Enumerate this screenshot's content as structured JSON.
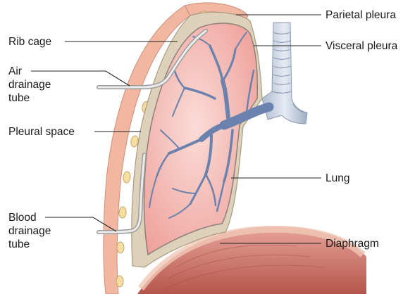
{
  "labels": {
    "rib_cage": "Rib cage",
    "air_drainage_tube": "Air\ndrainage\ntube",
    "pleural_space": "Pleural space",
    "blood_drainage_tube": "Blood\ndrainage\ntube",
    "parietal_pleura": "Parietal pleura",
    "visceral_pleura": "Visceral pleura",
    "lung": "Lung",
    "diaphragm": "Diaphragm"
  },
  "colors": {
    "lung_fill": "#f4c2be",
    "lung_outline": "#9a8a88",
    "pleura_band": "#d9ccb4",
    "rib_wall": "#f0b39b",
    "rib_bone": "#f3dc9e",
    "bronchi": "#6f86b0",
    "trachea": "#c9d3e2",
    "diaphragm": "#d8857c",
    "tube": "#c9c9c9",
    "leader_line": "#222222"
  }
}
